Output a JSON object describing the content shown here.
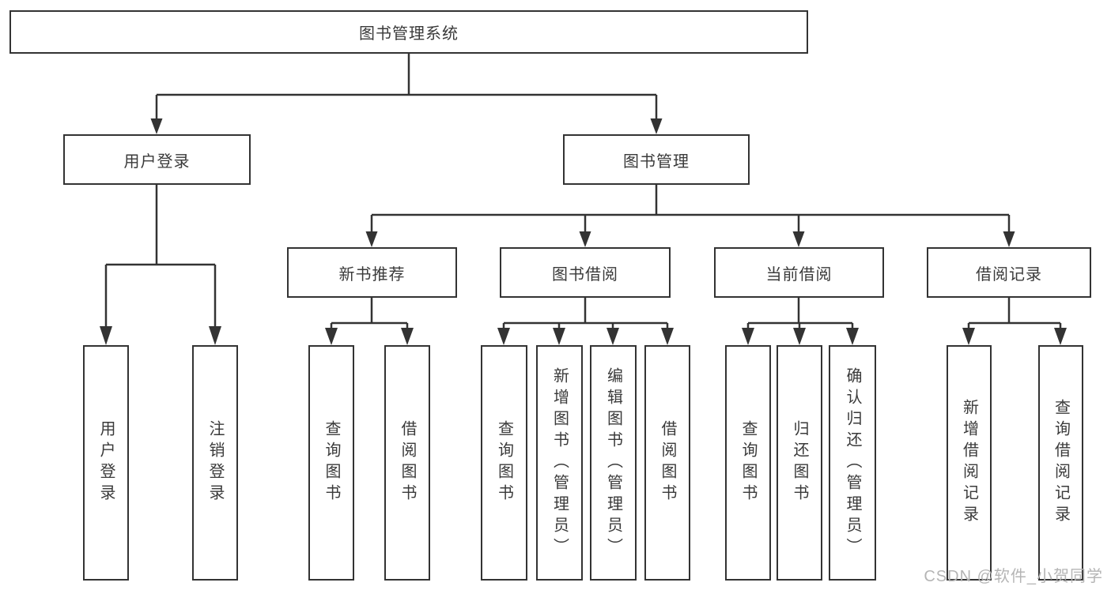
{
  "diagram": {
    "title": "图书管理系统",
    "level2": {
      "user_login": "用户登录",
      "book_management": "图书管理"
    },
    "level3": {
      "new_book_recommendation": "新书推荐",
      "book_borrowing": "图书借阅",
      "current_borrowing": "当前借阅",
      "borrowing_records": "借阅记录"
    },
    "leaves": {
      "ul_user_login": "用户登录",
      "ul_logout": "注销登录",
      "nb_query_books": "查询图书",
      "nb_borrow_books": "借阅图书",
      "bb_query_books": "查询图书",
      "bb_add_books_admin": "新增图书（管理员）",
      "bb_edit_books_admin": "编辑图书（管理员）",
      "bb_borrow_books": "借阅图书",
      "cb_query_books": "查询图书",
      "cb_return_books": "归还图书",
      "cb_confirm_return_admin": "确认归还（管理员）",
      "br_add_borrow_record": "新增借阅记录",
      "br_query_borrow_record": "查询借阅记录"
    }
  },
  "watermark": "CSDN @软件_小贺同学",
  "colors": {
    "line": "#333333",
    "text": "#3a3a3a",
    "watermark_text": "#b5b5b5",
    "background": "#ffffff"
  }
}
